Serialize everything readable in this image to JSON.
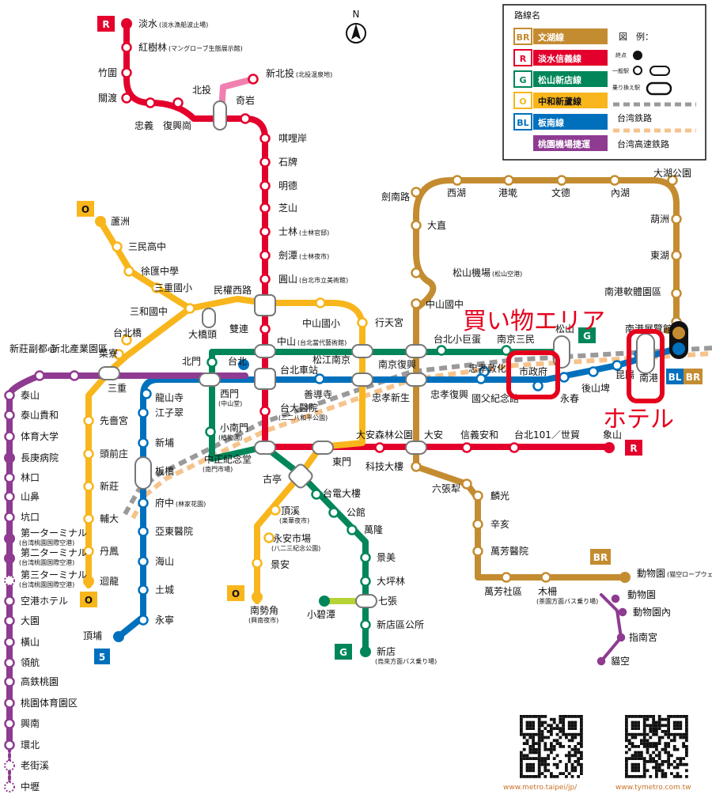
{
  "compass": {
    "label": "N"
  },
  "legend": {
    "title": "路線名",
    "lines": [
      {
        "code": "BR",
        "name": "文湖線",
        "color": "#c48c31"
      },
      {
        "code": "R",
        "name": "淡水信義線",
        "color": "#e3002c"
      },
      {
        "code": "G",
        "name": "松山新店線",
        "color": "#008659"
      },
      {
        "code": "O",
        "name": "中和新蘆線",
        "color": "#f8b61c"
      },
      {
        "code": "BL",
        "name": "板南線",
        "color": "#0070bd"
      },
      {
        "code": "",
        "name": "桃園機場捷運",
        "color": "#8e3b91"
      }
    ],
    "key_title": "図　例：",
    "terminal": "終点",
    "normal": "一般駅",
    "transfer": "乗り換え駅",
    "rail_tra": "台湾鉄路",
    "rail_hsr": "台湾高速鉄路"
  },
  "badges": {
    "r_top": "R",
    "o_top": "O",
    "o_bottom_left": "O",
    "o_bottom_mid": "O",
    "g_songshan": "G",
    "g_bottom": "G",
    "r_east": "R",
    "br_bottom": "BR",
    "bl_bottom": "5",
    "bl_east": "BL",
    "br_east": "BR"
  },
  "annotations": {
    "shopping": "買い物エリア",
    "hotel": "ホテル"
  },
  "urls": {
    "metro": "www.metro.taipei/jp/",
    "tymetro": "www.tymetro.com.tw"
  },
  "stations": [
    {
      "n": "淡水",
      "s": "(淡水漁船波止場)",
      "c": "R"
    },
    {
      "n": "紅樹林",
      "s": "(マングローブ生態展示館)",
      "c": "R"
    },
    {
      "n": "竹圍",
      "s": "",
      "c": "R"
    },
    {
      "n": "關渡",
      "s": "",
      "c": "R"
    },
    {
      "n": "忠義",
      "s": "",
      "c": "R"
    },
    {
      "n": "復興崗",
      "s": "",
      "c": "R"
    },
    {
      "n": "北投",
      "s": "",
      "c": "R"
    },
    {
      "n": "新北投",
      "s": "(北投温泉地)",
      "c": "R"
    },
    {
      "n": "奇岩",
      "s": "",
      "c": "R"
    },
    {
      "n": "唭哩岸",
      "s": "",
      "c": "R"
    },
    {
      "n": "石牌",
      "s": "",
      "c": "R"
    },
    {
      "n": "明德",
      "s": "",
      "c": "R"
    },
    {
      "n": "芝山",
      "s": "",
      "c": "R"
    },
    {
      "n": "士林",
      "s": "(士林官邸)",
      "c": "R"
    },
    {
      "n": "劍潭",
      "s": "(士林夜市)",
      "c": "R"
    },
    {
      "n": "圓山",
      "s": "(台北市立美術館)",
      "c": "R"
    },
    {
      "n": "民權西路",
      "s": "",
      "c": "R"
    },
    {
      "n": "雙連",
      "s": "",
      "c": "R"
    },
    {
      "n": "中山",
      "s": "(台北當代藝術館)",
      "c": "R"
    },
    {
      "n": "台北車站",
      "s": "",
      "c": "R"
    },
    {
      "n": "台大醫院",
      "s": "(二二八和平公園)",
      "c": "R"
    },
    {
      "n": "中正紀念堂",
      "s": "(南門市場)",
      "c": "R"
    },
    {
      "n": "東門",
      "s": "",
      "c": "R"
    },
    {
      "n": "大安森林公園",
      "s": "",
      "c": "R"
    },
    {
      "n": "大安",
      "s": "",
      "c": "R"
    },
    {
      "n": "信義安和",
      "s": "",
      "c": "R"
    },
    {
      "n": "台北101／世貿",
      "s": "",
      "c": "R"
    },
    {
      "n": "象山",
      "s": "",
      "c": "R"
    },
    {
      "n": "蘆洲",
      "s": "",
      "c": "O"
    },
    {
      "n": "三民高中",
      "s": "",
      "c": "O"
    },
    {
      "n": "徐匯中學",
      "s": "",
      "c": "O"
    },
    {
      "n": "三重國小",
      "s": "",
      "c": "O"
    },
    {
      "n": "三和國中",
      "s": "",
      "c": "O"
    },
    {
      "n": "台北橋",
      "s": "",
      "c": "O"
    },
    {
      "n": "大橋頭",
      "s": "",
      "c": "O"
    },
    {
      "n": "菜寮",
      "s": "",
      "c": "O"
    },
    {
      "n": "三重",
      "s": "",
      "c": "O"
    },
    {
      "n": "先嗇宮",
      "s": "",
      "c": "O"
    },
    {
      "n": "頭前庄",
      "s": "",
      "c": "O"
    },
    {
      "n": "新莊",
      "s": "",
      "c": "O"
    },
    {
      "n": "輔大",
      "s": "",
      "c": "O"
    },
    {
      "n": "丹鳳",
      "s": "",
      "c": "O"
    },
    {
      "n": "迴龍",
      "s": "",
      "c": "O"
    },
    {
      "n": "中山國小",
      "s": "",
      "c": "O"
    },
    {
      "n": "行天宮",
      "s": "",
      "c": "O"
    },
    {
      "n": "松江南京",
      "s": "",
      "c": "O"
    },
    {
      "n": "忠孝新生",
      "s": "",
      "c": "O"
    },
    {
      "n": "古亭",
      "s": "",
      "c": "O"
    },
    {
      "n": "頂溪",
      "s": "(楽華夜市)",
      "c": "O"
    },
    {
      "n": "永安市場",
      "s": "(八二三紀念公園)",
      "c": "O"
    },
    {
      "n": "景安",
      "s": "",
      "c": "O"
    },
    {
      "n": "南勢角",
      "s": "(興南夜市)",
      "c": "O"
    },
    {
      "n": "北門",
      "s": "",
      "c": "G"
    },
    {
      "n": "西門",
      "s": "(中山堂)",
      "c": "G"
    },
    {
      "n": "小南門",
      "s": "(植物園)",
      "c": "G"
    },
    {
      "n": "台北小巨蛋",
      "s": "",
      "c": "G"
    },
    {
      "n": "南京三民",
      "s": "",
      "c": "G"
    },
    {
      "n": "南京復興",
      "s": "",
      "c": "G"
    },
    {
      "n": "松山",
      "s": "",
      "c": "G"
    },
    {
      "n": "台電大樓",
      "s": "",
      "c": "G"
    },
    {
      "n": "公館",
      "s": "",
      "c": "G"
    },
    {
      "n": "萬隆",
      "s": "",
      "c": "G"
    },
    {
      "n": "景美",
      "s": "",
      "c": "G"
    },
    {
      "n": "大坪林",
      "s": "",
      "c": "G"
    },
    {
      "n": "七張",
      "s": "",
      "c": "G"
    },
    {
      "n": "小碧潭",
      "s": "",
      "c": "G"
    },
    {
      "n": "新店區公所",
      "s": "",
      "c": "G"
    },
    {
      "n": "新店",
      "s": "(烏來方面バス乗り場)",
      "c": "G"
    },
    {
      "n": "龍山寺",
      "s": "",
      "c": "BL"
    },
    {
      "n": "江子翠",
      "s": "",
      "c": "BL"
    },
    {
      "n": "新埔",
      "s": "",
      "c": "BL"
    },
    {
      "n": "板橋",
      "s": "",
      "c": "BL"
    },
    {
      "n": "府中",
      "s": "(林家花園)",
      "c": "BL"
    },
    {
      "n": "亞東醫院",
      "s": "",
      "c": "BL"
    },
    {
      "n": "海山",
      "s": "",
      "c": "BL"
    },
    {
      "n": "土城",
      "s": "",
      "c": "BL"
    },
    {
      "n": "永寧",
      "s": "",
      "c": "BL"
    },
    {
      "n": "頂埔",
      "s": "",
      "c": "BL"
    },
    {
      "n": "台北",
      "s": "",
      "c": "BL"
    },
    {
      "n": "善導寺",
      "s": "",
      "c": "BL"
    },
    {
      "n": "忠孝敦化",
      "s": "",
      "c": "BL"
    },
    {
      "n": "忠孝復興",
      "s": "",
      "c": "BL"
    },
    {
      "n": "國父紀念館",
      "s": "",
      "c": "BL"
    },
    {
      "n": "市政府",
      "s": "",
      "c": "BL"
    },
    {
      "n": "永春",
      "s": "",
      "c": "BL"
    },
    {
      "n": "後山埤",
      "s": "",
      "c": "BL"
    },
    {
      "n": "昆陽",
      "s": "",
      "c": "BL"
    },
    {
      "n": "南港",
      "s": "",
      "c": "BL"
    },
    {
      "n": "劍南路",
      "s": "",
      "c": "BR"
    },
    {
      "n": "西湖",
      "s": "",
      "c": "BR"
    },
    {
      "n": "港墘",
      "s": "",
      "c": "BR"
    },
    {
      "n": "文德",
      "s": "",
      "c": "BR"
    },
    {
      "n": "內湖",
      "s": "",
      "c": "BR"
    },
    {
      "n": "大湖公園",
      "s": "",
      "c": "BR"
    },
    {
      "n": "葫洲",
      "s": "",
      "c": "BR"
    },
    {
      "n": "東湖",
      "s": "",
      "c": "BR"
    },
    {
      "n": "南港軟體園區",
      "s": "",
      "c": "BR"
    },
    {
      "n": "南港展覽館",
      "s": "",
      "c": "BR"
    },
    {
      "n": "大直",
      "s": "",
      "c": "BR"
    },
    {
      "n": "松山機場",
      "s": "(松山空港)",
      "c": "BR"
    },
    {
      "n": "中山國中",
      "s": "",
      "c": "BR"
    },
    {
      "n": "科技大樓",
      "s": "",
      "c": "BR"
    },
    {
      "n": "六張犁",
      "s": "",
      "c": "BR"
    },
    {
      "n": "麟光",
      "s": "",
      "c": "BR"
    },
    {
      "n": "辛亥",
      "s": "",
      "c": "BR"
    },
    {
      "n": "萬芳醫院",
      "s": "",
      "c": "BR"
    },
    {
      "n": "萬芳社區",
      "s": "",
      "c": "BR"
    },
    {
      "n": "木柵",
      "s": "(茶園方面バス乗り場)",
      "c": "BR"
    },
    {
      "n": "動物園",
      "s": "(猫空ロープウェイ)",
      "c": "BR"
    },
    {
      "n": "動物園",
      "s": "",
      "c": "GONDOLA"
    },
    {
      "n": "動物園內",
      "s": "",
      "c": "GONDOLA"
    },
    {
      "n": "指南宮",
      "s": "",
      "c": "GONDOLA"
    },
    {
      "n": "貓空",
      "s": "",
      "c": "GONDOLA"
    },
    {
      "n": "新莊副都心",
      "s": "",
      "c": "A"
    },
    {
      "n": "新北產業園區",
      "s": "",
      "c": "A"
    },
    {
      "n": "泰山",
      "s": "",
      "c": "A"
    },
    {
      "n": "泰山貴和",
      "s": "",
      "c": "A"
    },
    {
      "n": "体育大学",
      "s": "",
      "c": "A"
    },
    {
      "n": "長庚病院",
      "s": "",
      "c": "A"
    },
    {
      "n": "林口",
      "s": "",
      "c": "A"
    },
    {
      "n": "山鼻",
      "s": "",
      "c": "A"
    },
    {
      "n": "坑口",
      "s": "",
      "c": "A"
    },
    {
      "n": "第一ターミナル",
      "s": "(台湾桃園国際空港)",
      "c": "A"
    },
    {
      "n": "第二ターミナル",
      "s": "(台湾桃園国際空港)",
      "c": "A"
    },
    {
      "n": "第三ターミナル",
      "s": "(台湾桃園国際空港)",
      "c": "A"
    },
    {
      "n": "空港ホテル",
      "s": "",
      "c": "A"
    },
    {
      "n": "大園",
      "s": "",
      "c": "A"
    },
    {
      "n": "橫山",
      "s": "",
      "c": "A"
    },
    {
      "n": "領航",
      "s": "",
      "c": "A"
    },
    {
      "n": "高鉄桃園",
      "s": "",
      "c": "A"
    },
    {
      "n": "桃園体育園区",
      "s": "",
      "c": "A"
    },
    {
      "n": "興南",
      "s": "",
      "c": "A"
    },
    {
      "n": "環北",
      "s": "",
      "c": "A"
    },
    {
      "n": "老街溪",
      "s": "",
      "c": "A"
    },
    {
      "n": "中壢",
      "s": "",
      "c": "A"
    }
  ]
}
